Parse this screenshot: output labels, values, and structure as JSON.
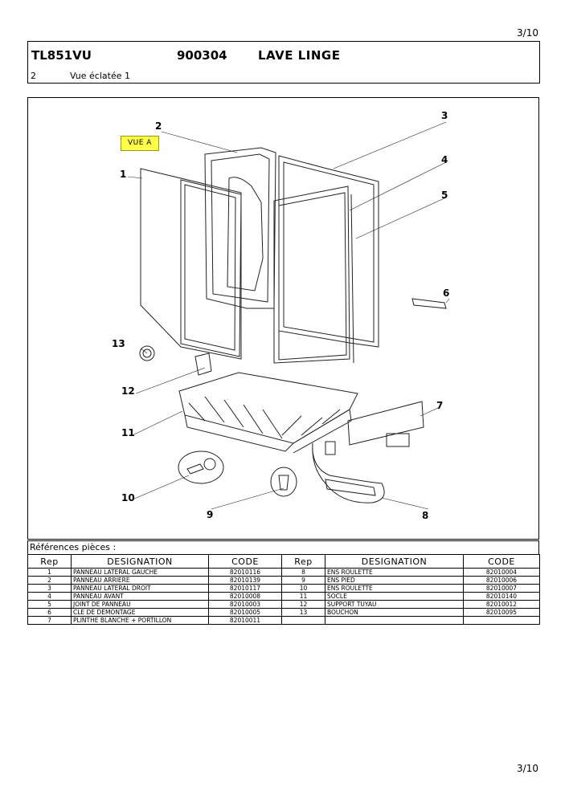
{
  "page": {
    "top_number": "3/10",
    "bottom_number": "3/10"
  },
  "header": {
    "model": "TL851VU",
    "code": "900304",
    "title": "LAVE LINGE",
    "view_number": "2",
    "view_name": "Vue éclatée 1"
  },
  "drawing": {
    "vue_label": "VUE A",
    "callouts": [
      "1",
      "2",
      "3",
      "4",
      "5",
      "6",
      "7",
      "8",
      "9",
      "10",
      "11",
      "12",
      "13"
    ]
  },
  "references": {
    "title": "Références pièces  :",
    "headers": [
      "Rep",
      "DESIGNATION",
      "CODE",
      "Rep",
      "DESIGNATION",
      "CODE"
    ],
    "rows": [
      [
        "1",
        "PANNEAU LATERAL GAUCHE",
        "82010116",
        "8",
        "ENS ROULETTE",
        "82010004"
      ],
      [
        "2",
        "PANNEAU ARRIERE",
        "82010139",
        "9",
        "ENS PIED",
        "82010006"
      ],
      [
        "3",
        "PANNEAU LATERAL DROIT",
        "82010117",
        "10",
        "ENS ROULETTE",
        "82010007"
      ],
      [
        "4",
        "PANNEAU AVANT",
        "82010008",
        "11",
        "SOCLE",
        "82010140"
      ],
      [
        "5",
        "JOINT DE PANNEAU",
        "82010003",
        "12",
        "SUPPORT TUYAU",
        "82010012"
      ],
      [
        "6",
        "CLE DE DEMONTAGE",
        "82010005",
        "13",
        "BOUCHON",
        "82010095"
      ],
      [
        "7",
        "PLINTHE BLANCHE + PORTILLON",
        "82010011",
        "",
        "",
        ""
      ]
    ]
  }
}
